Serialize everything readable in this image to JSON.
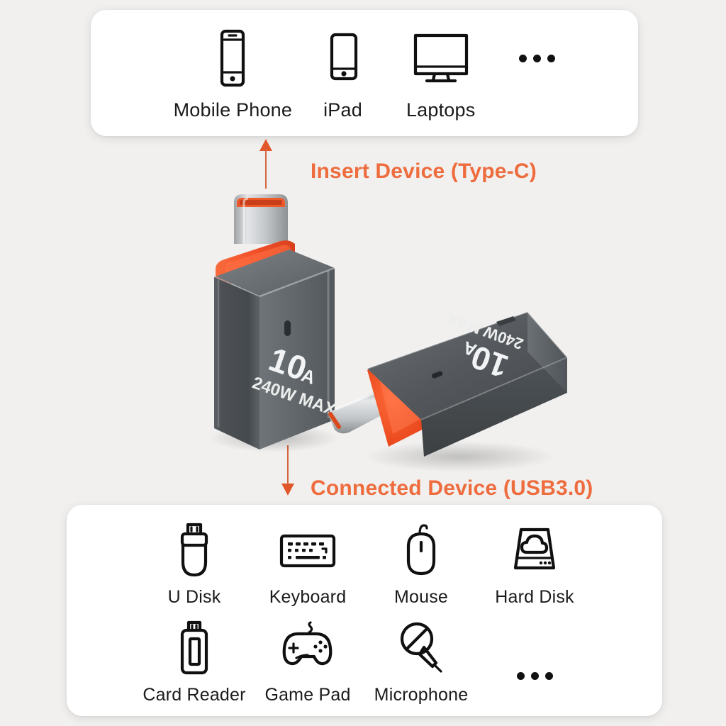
{
  "page": {
    "background_color": "#f1f0ef",
    "card_color": "#ffffff",
    "accent_color": "#ee6c3d",
    "arrow_color": "#e2572a"
  },
  "top_card": {
    "name": "insert-device-card",
    "items": [
      {
        "icon": "mobile-phone-icon",
        "label": "Mobile Phone"
      },
      {
        "icon": "ipad-icon",
        "label": "iPad"
      },
      {
        "icon": "laptop-monitor-icon",
        "label": "Laptops"
      },
      {
        "icon": "ellipsis-icon",
        "label": ""
      }
    ]
  },
  "captions": {
    "insert": "Insert Device (Type-C)",
    "connected": "Connected Device (USB3.0)"
  },
  "product": {
    "name": "usb-c-to-usb3-adapter",
    "body_color": "#4b4e51",
    "collar_color": "#f4542a",
    "plug_color": "#c9cacc",
    "rating_current": "10",
    "rating_current_unit": "A",
    "rating_power": "240W MAX"
  },
  "bottom_card": {
    "name": "connected-device-card",
    "row1": [
      {
        "icon": "u-disk-icon",
        "label": "U Disk"
      },
      {
        "icon": "keyboard-icon",
        "label": "Keyboard"
      },
      {
        "icon": "mouse-icon",
        "label": "Mouse"
      },
      {
        "icon": "hard-disk-icon",
        "label": "Hard Disk"
      }
    ],
    "row2": [
      {
        "icon": "card-reader-icon",
        "label": "Card Reader"
      },
      {
        "icon": "game-pad-icon",
        "label": "Game Pad"
      },
      {
        "icon": "microphone-icon",
        "label": "Microphone"
      },
      {
        "icon": "ellipsis-icon",
        "label": ""
      }
    ]
  }
}
